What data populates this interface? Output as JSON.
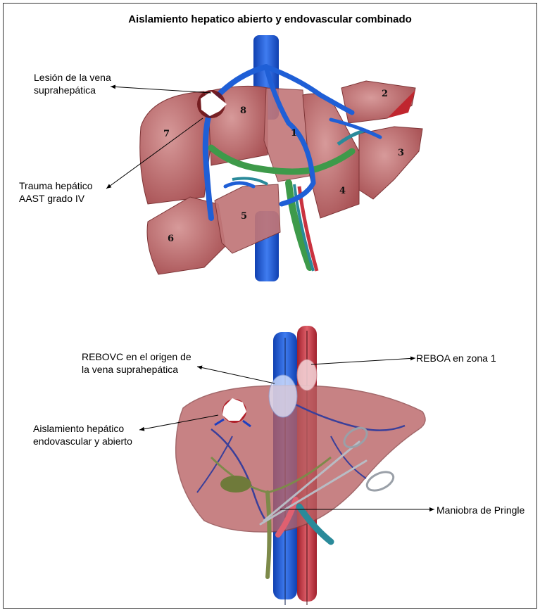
{
  "title": "Aislamiento hepatico abierto y endovascular combinado",
  "top_diagram": {
    "labels": {
      "lesion": "Lesión de la vena\nsuprahepática",
      "trauma": "Trauma hepático\nAAST grado IV"
    },
    "segments": [
      "1",
      "2",
      "3",
      "4",
      "5",
      "6",
      "7",
      "8"
    ]
  },
  "bottom_diagram": {
    "labels": {
      "rebovc": "REBOVC en el origen de\nla vena suprahepática",
      "reboa": "REBOA en zona 1",
      "aislamiento": "Aislamiento hepático\nendovascular y abierto",
      "pringle": "Maniobra de Pringle"
    }
  },
  "colors": {
    "liver": "#b85f62",
    "liver_light": "#c98a8a",
    "vein_blue": "#1f5fd6",
    "artery_red": "#c9323f",
    "portal_green": "#3e9a4a",
    "bile_olive": "#7d8a4a",
    "teal": "#2a8a9a"
  }
}
